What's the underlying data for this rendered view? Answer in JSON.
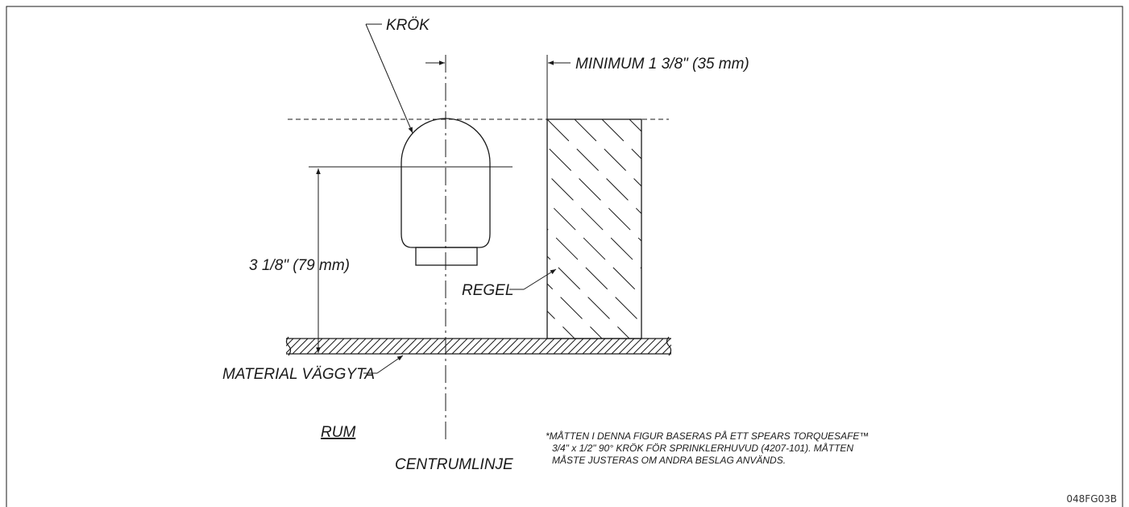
{
  "labels": {
    "krok": "KRÖK",
    "minimum": "MINIMUM 1 3/8\" (35 mm)",
    "dimension": "3 1/8\" (79 mm)",
    "regel": "REGEL",
    "material": "MATERIAL VÄGGYTA",
    "rum": "RUM",
    "centrumlinje": "CENTRUMLINJE"
  },
  "note": {
    "line1": "*MÅTTEN I DENNA FIGUR BASERAS PÅ ETT SPEARS TORQUESAFE™",
    "line2": "3/4\" x 1/2\" 90° KRÖK FÖR SPRINKLERHUVUD (4207-101). MÅTTEN",
    "line3": "MÅSTE JUSTERAS OM ANDRA BESLAG ANVÄNDS."
  },
  "drawing_code": "048FG03B"
}
